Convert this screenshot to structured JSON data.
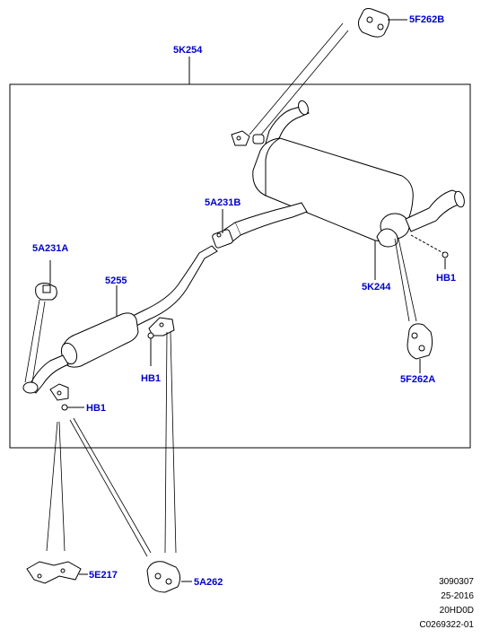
{
  "callouts": {
    "c_5F262B": "5F262B",
    "c_5K254": "5K254",
    "c_5A231B": "5A231B",
    "c_5A231A": "5A231A",
    "c_5255": "5255",
    "c_5K244": "5K244",
    "c_HB1_right": "HB1",
    "c_HB1_center": "HB1",
    "c_HB1_left": "HB1",
    "c_5F262A": "5F262A",
    "c_5E217": "5E217",
    "c_5A262": "5A262"
  },
  "footer": {
    "line1": "3090307",
    "line2": "25-2016",
    "line3": "20HD0D",
    "line4": "C0269322-01"
  },
  "colors": {
    "callout": "#0000cc",
    "line": "#000000",
    "part_fill": "#ffffff"
  }
}
